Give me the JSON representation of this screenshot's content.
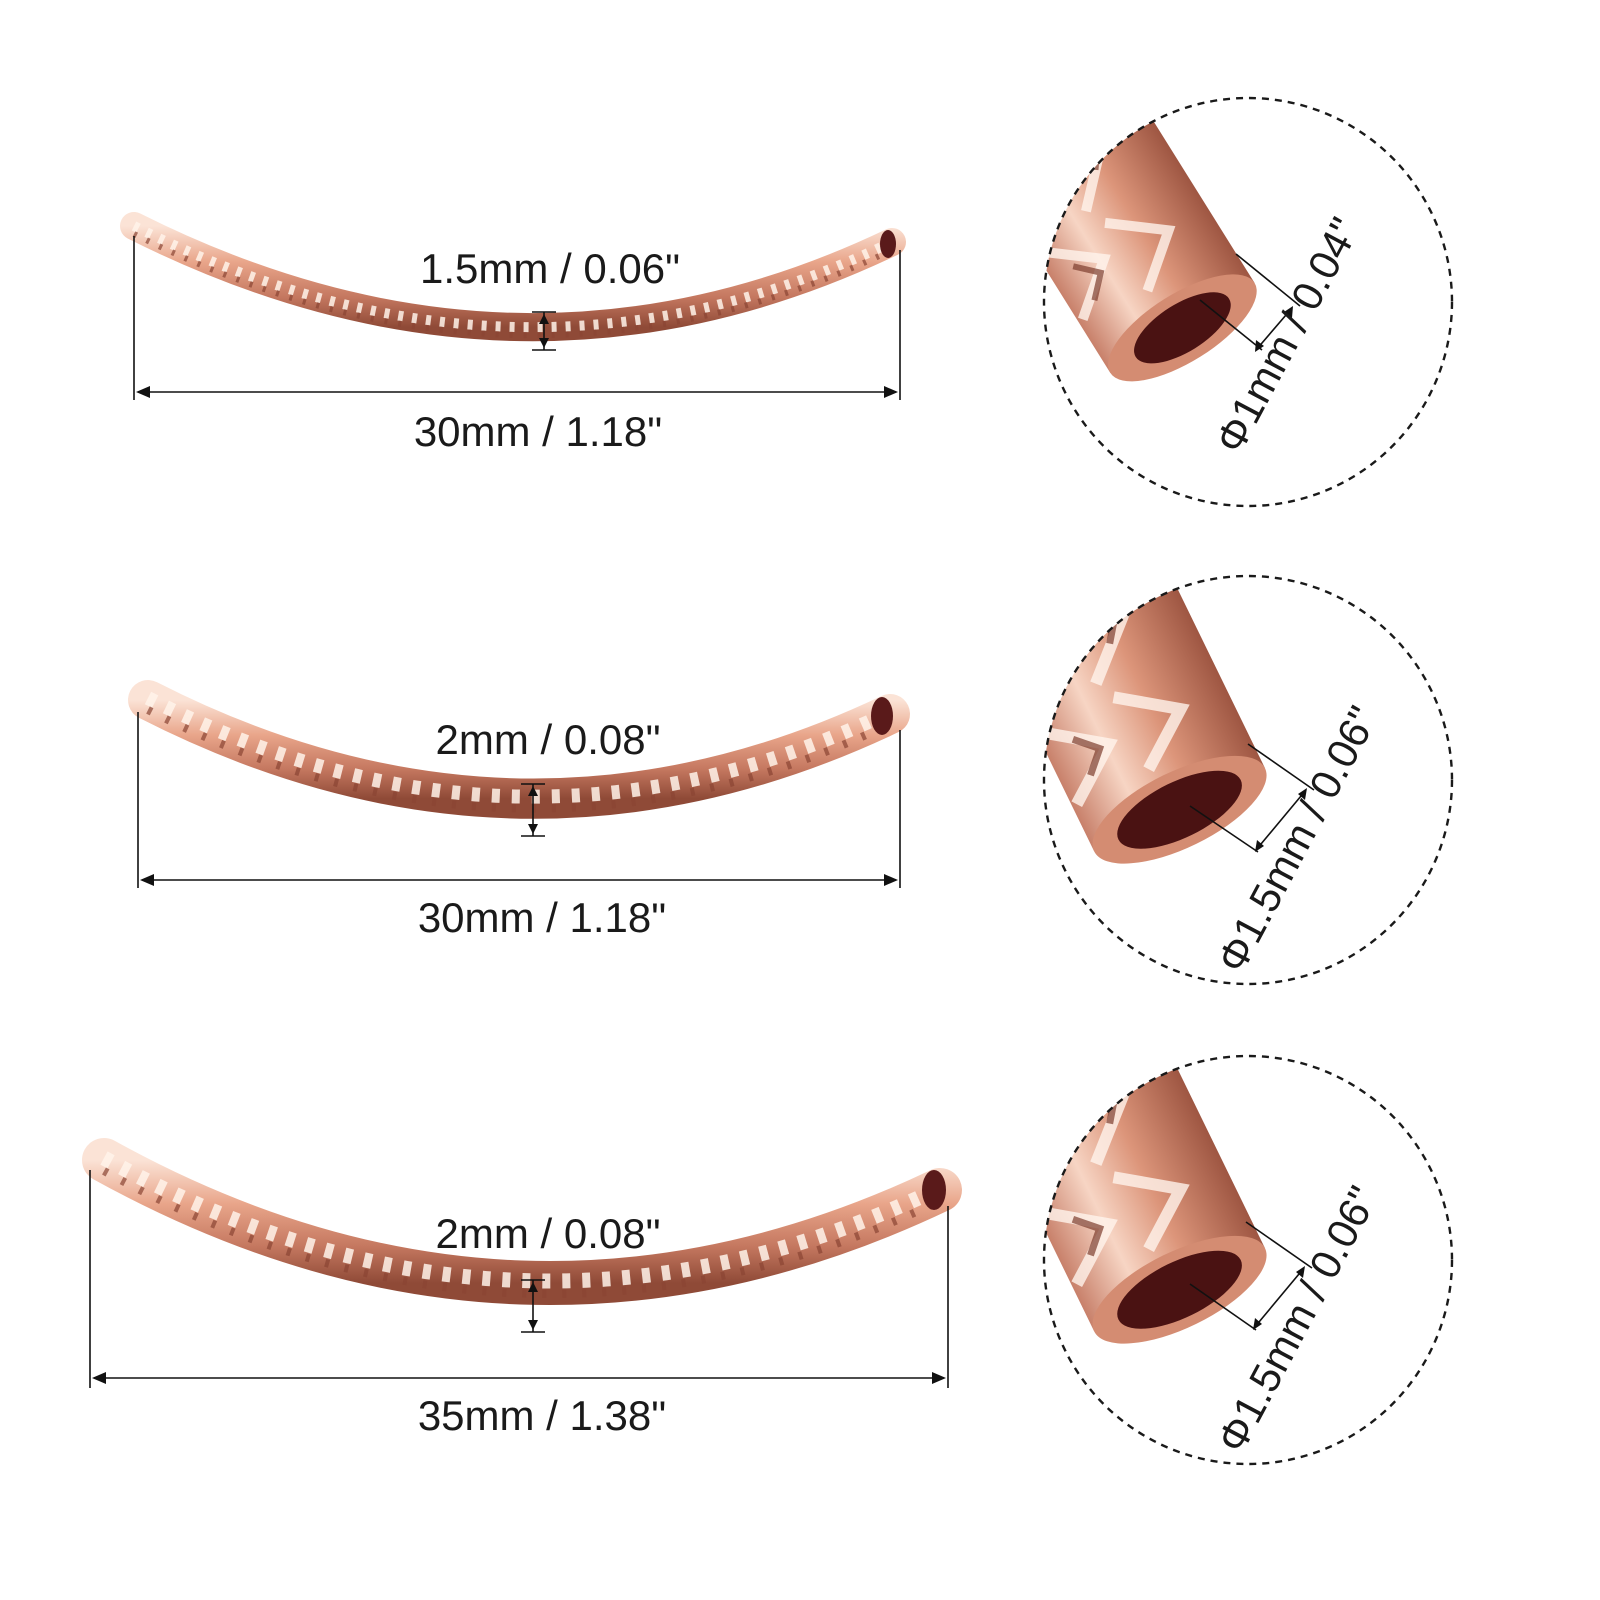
{
  "colors": {
    "tube_light": "#f6cdb8",
    "tube_mid": "#e0967a",
    "tube_dark": "#a85a44",
    "tube_highlight": "#fff1e8",
    "bore": "#4a1212",
    "line": "#111111",
    "background": "#ffffff"
  },
  "tubes": [
    {
      "diameter_label": "1.5mm / 0.06\"",
      "length_label": "30mm / 1.18\"",
      "inner_label": "Φ1mm / 0.04\""
    },
    {
      "diameter_label": "2mm / 0.08\"",
      "length_label": "30mm / 1.18\"",
      "inner_label": "Φ1.5mm / 0.06\""
    },
    {
      "diameter_label": "2mm / 0.08\"",
      "length_label": "35mm / 1.38\"",
      "inner_label": "Φ1.5mm / 0.06\""
    }
  ]
}
